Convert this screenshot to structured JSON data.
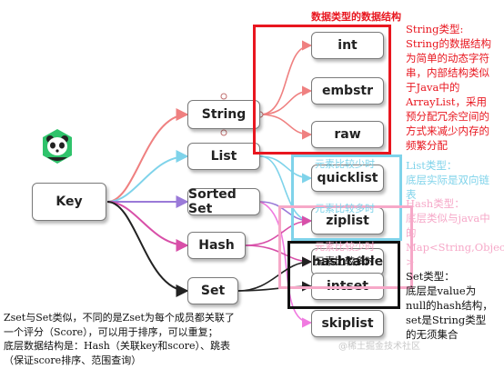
{
  "title": "数据类型的数据结构",
  "key_label": "Key",
  "types": {
    "string": "String",
    "list": "List",
    "sorted_set": "Sorted Set",
    "hash": "Hash",
    "set": "Set"
  },
  "structures": {
    "int": "int",
    "embstr": "embstr",
    "raw": "raw",
    "quicklist": "quicklist",
    "ziplist": "ziplist",
    "hashtable": "hashtable",
    "intset": "intset",
    "skiplist": "skiplist"
  },
  "notes": {
    "string": "String类型:\nString的数据结构\n为简单的动态字符\n串，内部结构类似\n于Java中的\nArrayList，采用\n预分配冗余空间的\n方式来减少内存的\n频繁分配",
    "list": "List类型：\n底层实际是双向链\n表",
    "hash": "Hash类型：\n底层类似与java中\n的\nMap<String,Object\n>",
    "set": "Set类型：\n底层是value为\nnull的hash结构，\nset是String类型\n的无须集合",
    "zset": "Zset与Set类似，不同的是Zset为每个成员都关联了\n一个评分（Score），可以用于排序，可以重复；\n底层数据结构是：Hash（关联key和score）、跳表\n（保证score排序、范围查询）"
  },
  "overlay": {
    "list_few": "元素比较少时",
    "list_many": "元素比较多时",
    "hash_few": "元素比较少时",
    "set_many": "元素比较多时"
  },
  "watermark": "@稀土掘金技术社区",
  "colors": {
    "red": "#e8161f",
    "cyan": "#7fd3ea",
    "pink": "#f6a8c8",
    "black": "#111111",
    "edge_string": "#ef8080",
    "edge_list": "#7fd3ea",
    "edge_zset": "#9a7ad8",
    "edge_hash": "#d84fa8",
    "edge_set": "#222222",
    "edge_skip": "#f07ae0"
  }
}
